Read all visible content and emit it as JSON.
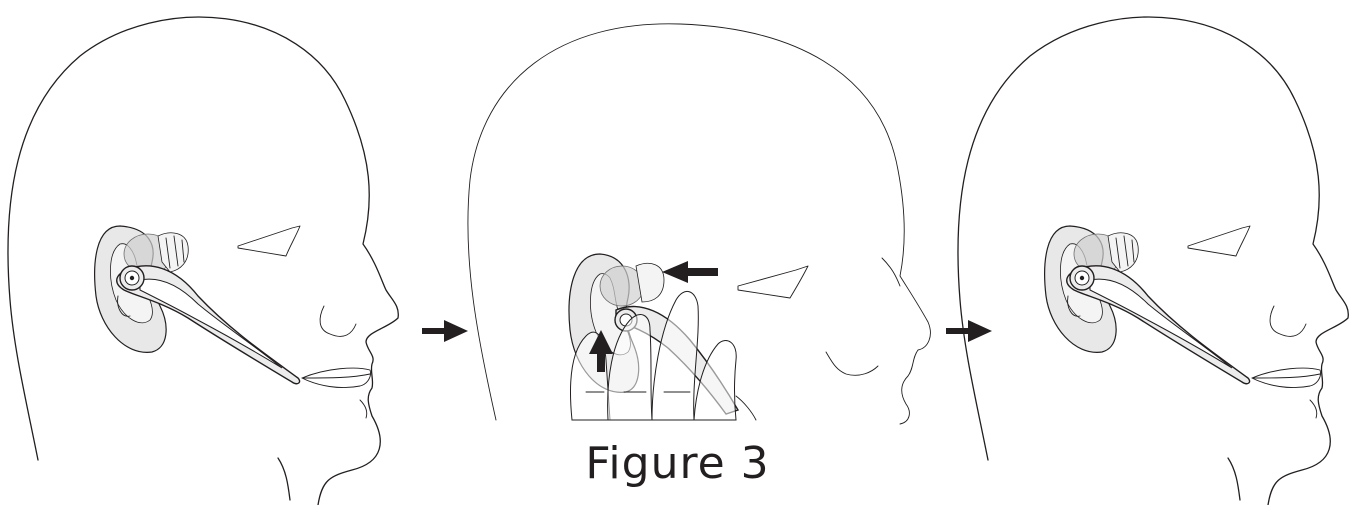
{
  "caption": "Figure 3",
  "panels": [
    {
      "id": "head-left",
      "description_icon": "head-with-headset-icon"
    },
    {
      "id": "head-middle",
      "description_icon": "hand-adjusting-headset-icon"
    },
    {
      "id": "head-right",
      "description_icon": "head-with-headset-icon"
    }
  ],
  "colors": {
    "line": "#231f20",
    "ear_fill": "#e8e8e8",
    "gel_fill": "#d0d0d2"
  }
}
